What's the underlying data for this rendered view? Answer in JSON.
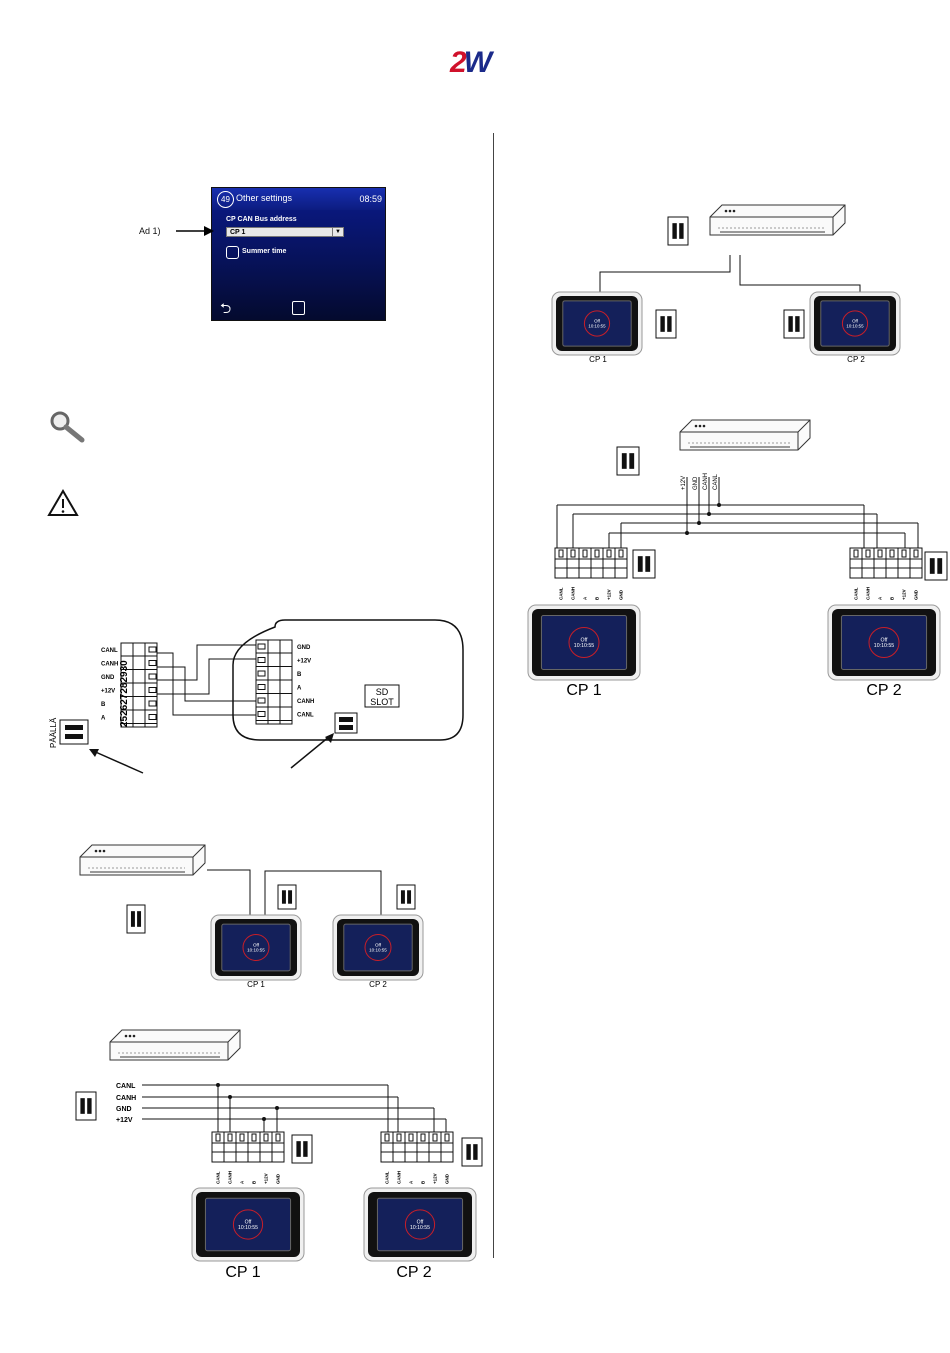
{
  "logo": {
    "two": "2",
    "w": "W"
  },
  "screen": {
    "menu_number": "49",
    "title": "Other settings",
    "time": "08:59",
    "field_label": "CP CAN Bus address",
    "selected_value": "CP 1",
    "checkbox_label": "Summer time"
  },
  "annotation": "Ad 1)",
  "icons": [
    "magnifier-icon",
    "warning-icon"
  ],
  "terminal_labels_left": [
    "CANL",
    "CANH",
    "GND",
    "+12V",
    "B",
    "A"
  ],
  "terminal_numbers": "252627282930",
  "terminal_labels_right": [
    "GND",
    "+12V",
    "B",
    "A",
    "CANH",
    "CANL"
  ],
  "sd_slot": {
    "line1": "SD",
    "line2": "SLOT"
  },
  "dip_switch_label": "PÄÄLLÄ",
  "bus_labels": [
    "CANL",
    "CANH",
    "GND",
    "+12V"
  ],
  "bus_labels_vertical": [
    "+12V",
    "GND",
    "CANH",
    "CANL"
  ],
  "panel_terminal_labels": [
    "CANL",
    "CANH",
    "A",
    "B",
    "+12V",
    "GND"
  ],
  "panel_screen": {
    "line1": "Off",
    "line2": "10:10:55"
  },
  "cp1": "CP 1",
  "cp2": "CP 2"
}
